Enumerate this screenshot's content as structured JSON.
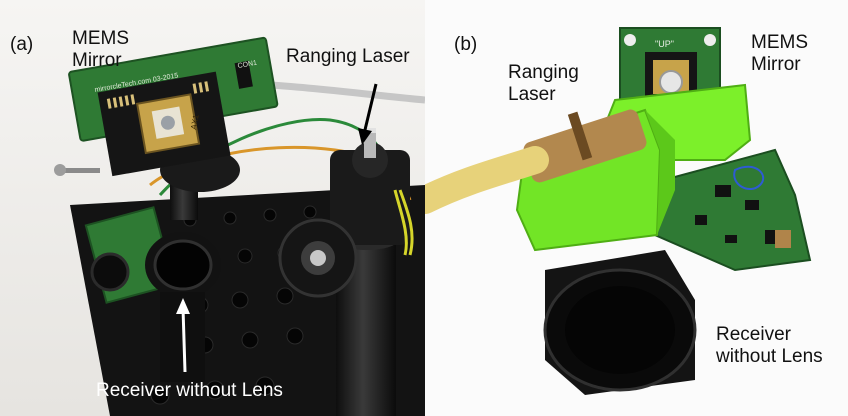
{
  "panel_a": {
    "tag": "(a)",
    "mems_label": "MEMS\nMirror",
    "laser_label": "Ranging Laser",
    "receiver_label": "Receiver without Lens",
    "pcb_text": "mirrorcleTech.com 03-2015",
    "chip_text": "AX1",
    "connector_text": "CON1"
  },
  "panel_b": {
    "tag": "(b)",
    "mems_label": "MEMS\nMirror",
    "laser_label": "Ranging\nLaser",
    "receiver_label": "Receiver\nwithout Lens",
    "chip_text": "\"UP\""
  },
  "colors": {
    "breadboard": "#141414",
    "pcb_green": "#2f7a34",
    "printed_mount": "#7cf02a",
    "gold": "#c7a34a",
    "mount_black": "#1b1b1b"
  }
}
